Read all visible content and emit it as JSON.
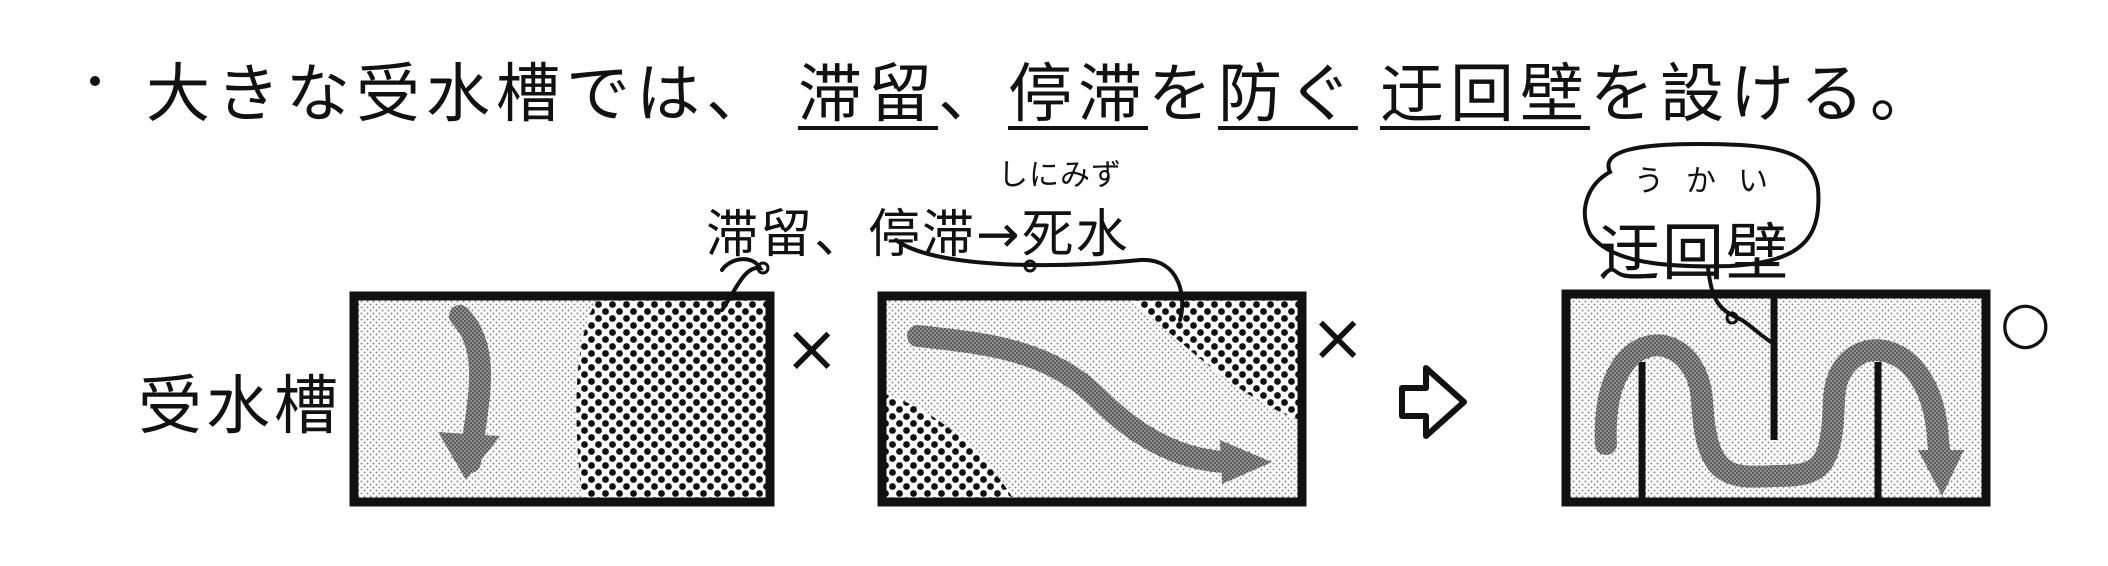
{
  "title": {
    "bullet": "・",
    "lead": "大きな受水槽では、",
    "term1": "滞留",
    "sep": "、",
    "term2": "停滞",
    "mid": "を",
    "term3": "防ぐ",
    "term4": "迂回壁",
    "tail": "を設ける。"
  },
  "tank_label": "受水槽",
  "dead_water": {
    "text": "滞留、停滞→死水",
    "ruby": "しにみず"
  },
  "detour_wall": {
    "text": "迂回壁",
    "ruby": "うかい"
  },
  "marks": {
    "bad1": "×",
    "bad2": "×",
    "good": "○"
  },
  "icons": {
    "next": "right-arrow-icon"
  }
}
